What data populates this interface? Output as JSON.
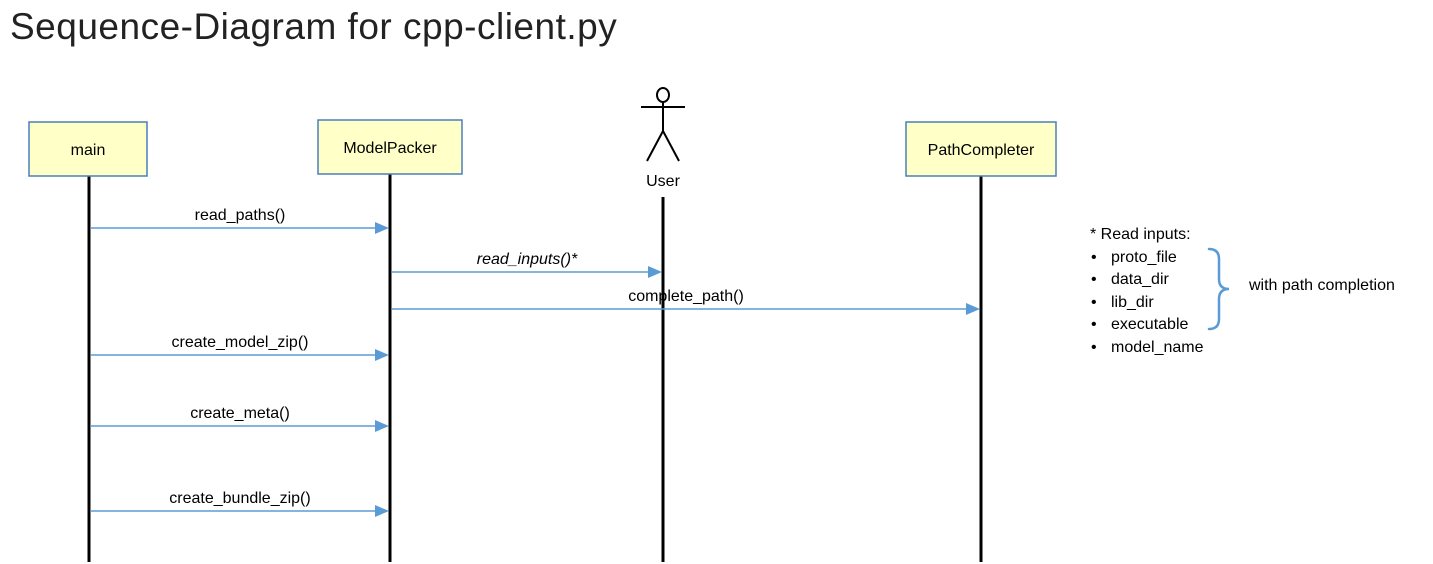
{
  "title": "Sequence-Diagram  for cpp-client.py",
  "participants": [
    {
      "id": "main",
      "label": "main",
      "kind": "box"
    },
    {
      "id": "modelpacker",
      "label": "ModelPacker",
      "kind": "box"
    },
    {
      "id": "user",
      "label": "User",
      "kind": "actor"
    },
    {
      "id": "pathcompleter",
      "label": "PathCompleter",
      "kind": "box"
    }
  ],
  "messages": [
    {
      "label": "read_paths()",
      "from": "main",
      "to": "modelpacker",
      "italic": false
    },
    {
      "label": "read_inputs()*",
      "from": "modelpacker",
      "to": "user",
      "italic": true
    },
    {
      "label": "complete_path()",
      "from": "modelpacker",
      "to": "pathcompleter",
      "italic": false
    },
    {
      "label": "create_model_zip()",
      "from": "main",
      "to": "modelpacker",
      "italic": false
    },
    {
      "label": "create_meta()",
      "from": "main",
      "to": "modelpacker",
      "italic": false
    },
    {
      "label": "create_bundle_zip()",
      "from": "main",
      "to": "modelpacker",
      "italic": false
    }
  ],
  "notes": {
    "heading": "* Read inputs:",
    "items": [
      "proto_file",
      "data_dir",
      "lib_dir",
      "executable",
      "model_name"
    ],
    "brace_label": "with path completion"
  },
  "colors": {
    "box_fill": "#ffffc8",
    "box_border": "#4a7ebb",
    "arrow": "#5b9bd5",
    "lifeline": "#000000"
  }
}
